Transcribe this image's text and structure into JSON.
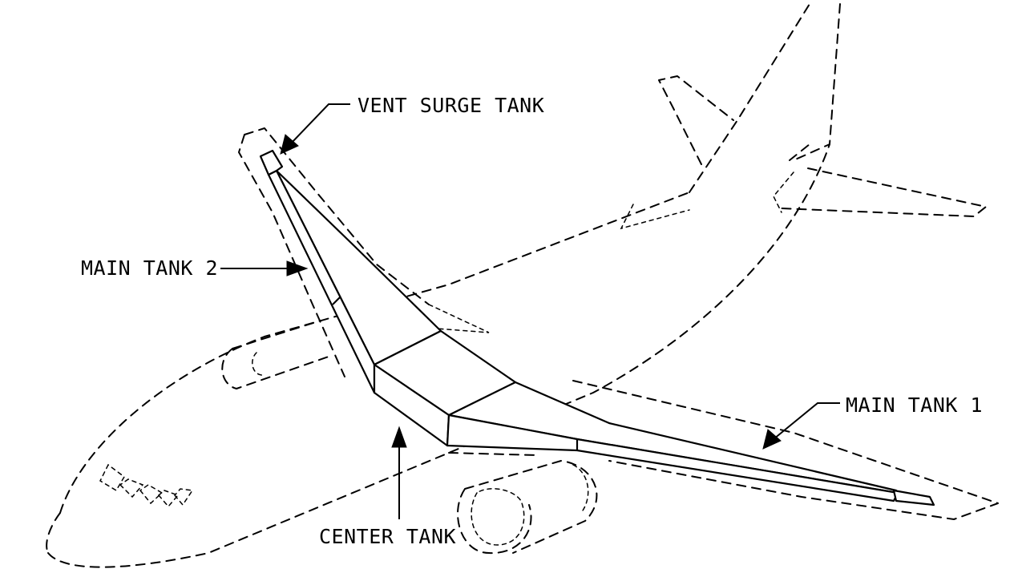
{
  "diagram": {
    "colors": {
      "line": "#000000",
      "background": "#ffffff"
    },
    "labels": {
      "vent_surge_tank": "VENT SURGE TANK",
      "main_tank_2": "MAIN TANK 2",
      "main_tank_1": "MAIN TANK 1",
      "center_tank": "CENTER TANK"
    }
  }
}
